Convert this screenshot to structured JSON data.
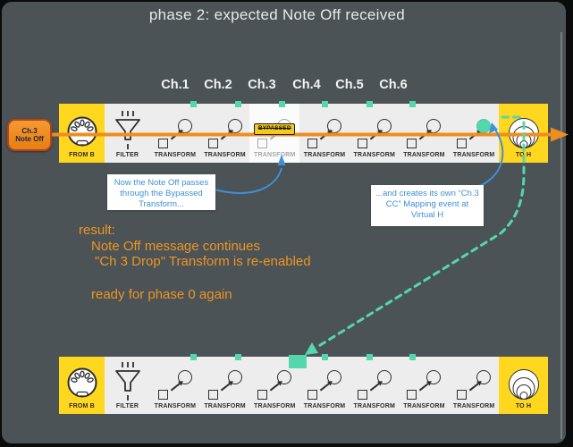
{
  "title": "phase 2: expected Note Off received",
  "channels": [
    "Ch.1",
    "Ch.2",
    "Ch.3",
    "Ch.4",
    "Ch.5",
    "Ch.6"
  ],
  "input_event": {
    "line1": "Ch.3",
    "line2": "Note Off"
  },
  "strip_labels": {
    "from": "FROM B",
    "filter": "FILTER",
    "transform": "TRANSFORM",
    "to": "TO H",
    "bypassed_badge": "BYPASSED"
  },
  "callouts": {
    "bypass_note": "Now the Note Off passes through the Bypassed Transform...",
    "mapping_note": "...and creates its own “Ch.3 CC” Mapping event at Virtual H"
  },
  "result": {
    "heading": "result:",
    "line1": "Note Off message  continues",
    "line2": "\"Ch 3 Drop\" Transform is re-enabled",
    "line3": "ready for phase 0 again"
  },
  "icons": {
    "from_b": "midi-din-icon",
    "filter": "funnel-icon",
    "transform": "square-to-circle-icon",
    "to_h": "concentric-circles-icon",
    "event_marker": "teal-square-marker",
    "armed_transform": "teal-circle-marker"
  },
  "colors": {
    "background": "#4b5356",
    "strip": "#ededed",
    "endpoint_yellow": "#ffd71f",
    "signal_orange": "#ee8e1e",
    "event_teal": "#55d7ae",
    "callout_blue": "#3f90d5",
    "result_orange": "#ee9422",
    "badge_yellow": "#f2c91f"
  }
}
